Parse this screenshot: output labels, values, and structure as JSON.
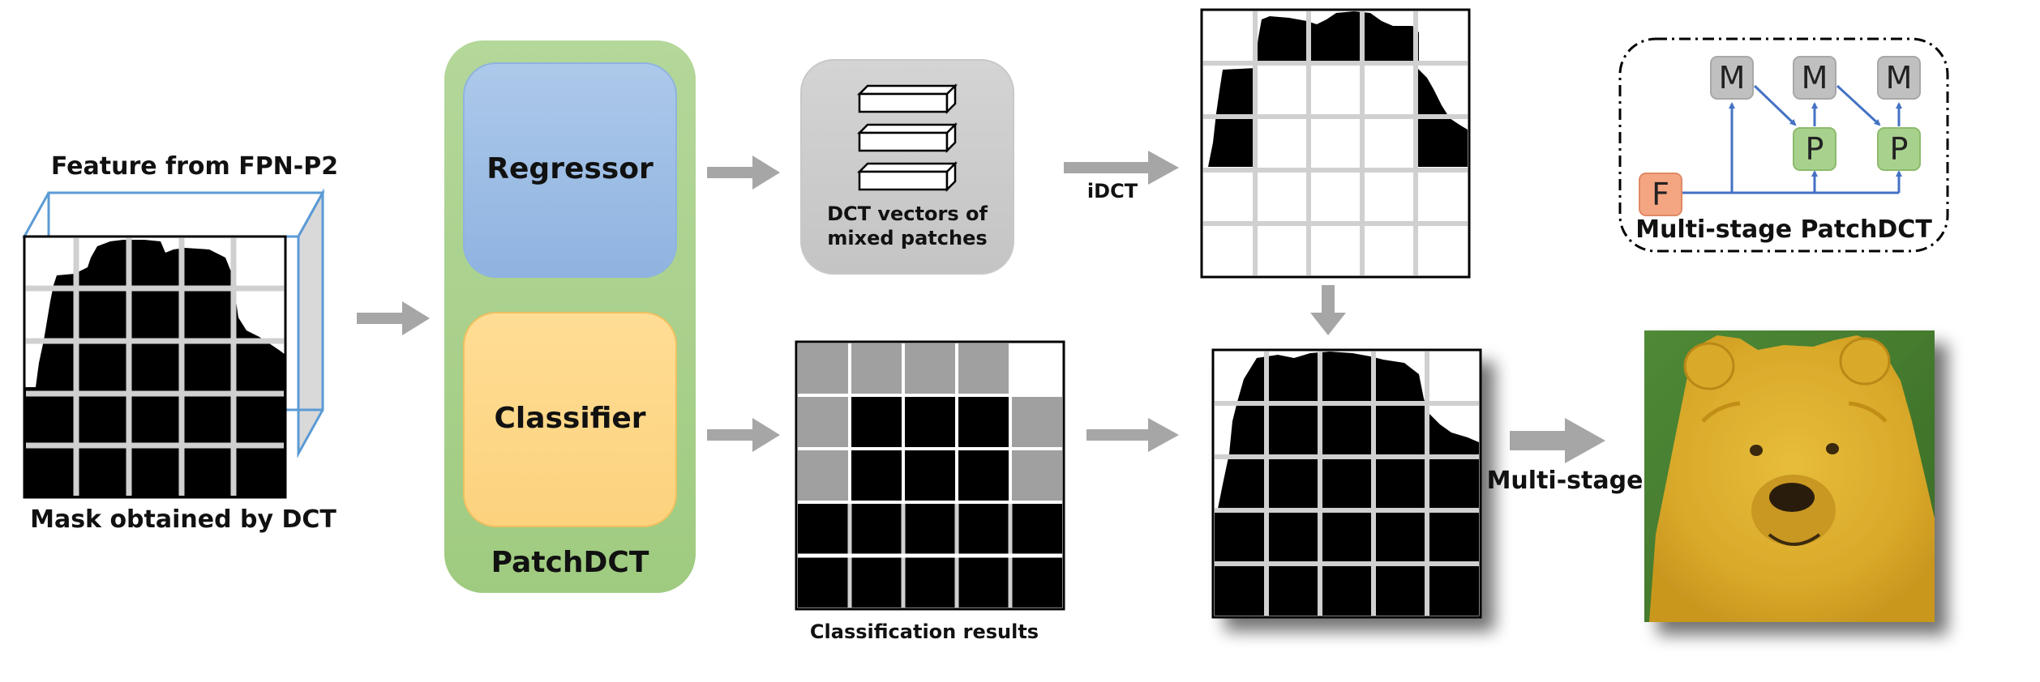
{
  "labels": {
    "feature": "Feature from FPN-P2",
    "mask": "Mask obtained by DCT",
    "regressor": "Regressor",
    "classifier": "Classifier",
    "patchdct": "PatchDCT",
    "dct_line1": "DCT vectors of",
    "dct_line2": "mixed patches",
    "idct": "iDCT",
    "classification": "Classification results",
    "multistage": "Multi-stage"
  },
  "inset": {
    "title": "Multi-stage PatchDCT",
    "node_f": "F",
    "node_m": "M",
    "node_p": "P"
  },
  "colors": {
    "regressor": "#9dc0e6",
    "classifier": "#ffd68a",
    "patchdct_panel": "#a9d18e",
    "arrow": "#a6a6a6",
    "node_m": "#c0c0c0",
    "node_p": "#a9d18e",
    "node_f": "#f4a582",
    "inset_arrow": "#4472c4",
    "mask_overlay": "#e8c040"
  }
}
